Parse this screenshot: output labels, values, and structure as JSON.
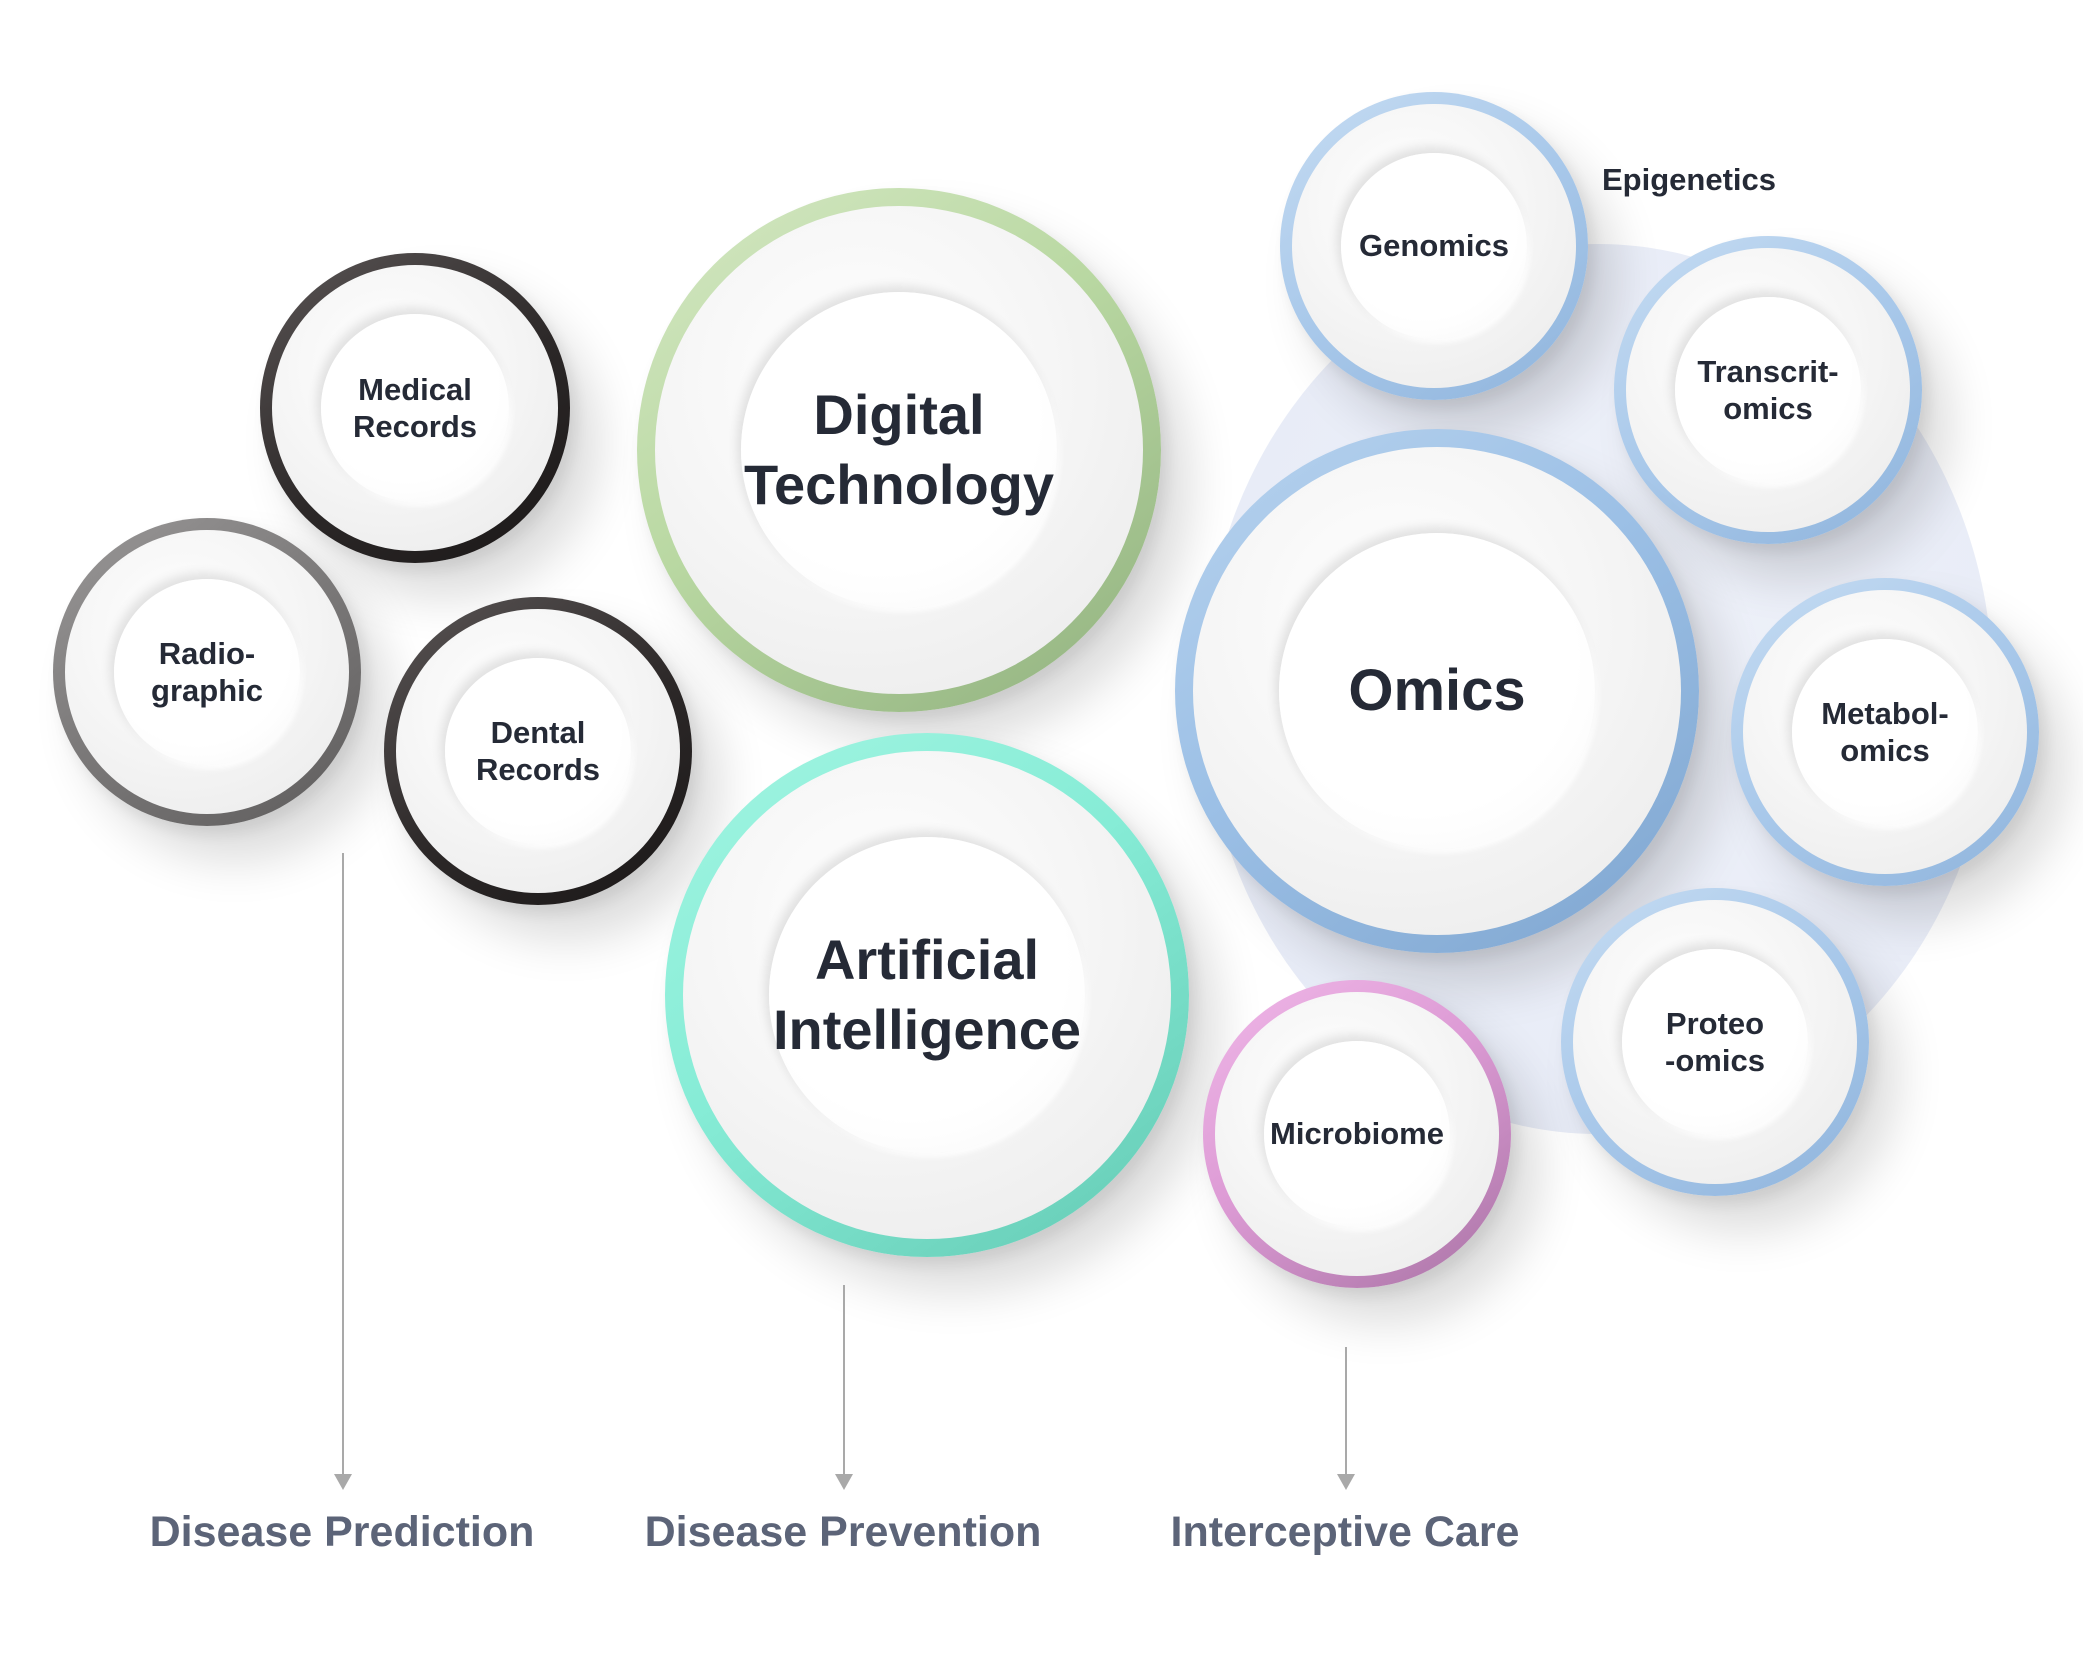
{
  "nodes": {
    "medical_records": "Medical\nRecords",
    "radiographic": "Radio-\ngraphic",
    "dental_records": "Dental\nRecords",
    "digital_technology": "Digital\nTechnology",
    "artificial_intelligence": "Artificial\nIntelligence",
    "genomics": "Genomics",
    "transcriptomics": "Transcrit-\nomics",
    "omics": "Omics",
    "metabolomics": "Metabol-\nomics",
    "proteomics": "Proteo\n-omics",
    "microbiome": "Microbiome"
  },
  "epigenetics": "Epigenetics",
  "outcomes": {
    "prediction": "Disease Prediction",
    "prevention": "Disease Prevention",
    "interceptive": "Interceptive Care"
  },
  "colors": {
    "dark_ring": "#2c2828",
    "gray_ring": "#7a7878",
    "green_ring": "#b9d8a2",
    "teal_ring": "#86ecd6",
    "blue_ring": "#9cc0e6",
    "purple_ring": "#dd9bd5",
    "omics_halo": "#e8ecf7",
    "label_text": "#252a36",
    "outcome_text": "#5c6478",
    "arrow": "#a9a9a9"
  }
}
